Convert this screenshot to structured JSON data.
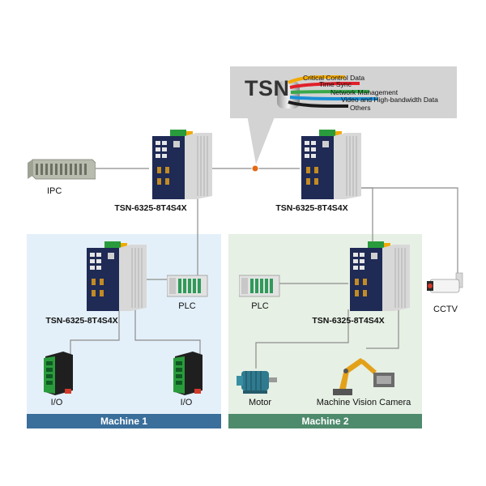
{
  "legend": {
    "badge": "TSN",
    "items": [
      {
        "label": "Critical Control Data",
        "color": "#f2a900"
      },
      {
        "label": "Time Sync",
        "color": "#e0202a"
      },
      {
        "label": "Network Management",
        "color": "#37a84a"
      },
      {
        "label": "Video and High-bandwidth Data",
        "color": "#1a8fd6"
      },
      {
        "label": "Others",
        "color": "#1b1b1b"
      }
    ]
  },
  "devices": {
    "ipc": "IPC",
    "switch_top_left": "TSN-6325-8T4S4X",
    "switch_top_right": "TSN-6325-8T4S4X",
    "switch_m1": "TSN-6325-8T4S4X",
    "switch_m2": "TSN-6325-8T4S4X",
    "plc_m1": "PLC",
    "plc_m2": "PLC",
    "cctv": "CCTV",
    "io_1": "I/O",
    "io_2": "I/O",
    "motor": "Motor",
    "camera": "Machine Vision Camera"
  },
  "zones": {
    "machine1": "Machine 1",
    "machine2": "Machine 2"
  },
  "colors": {
    "zone1_bg": "#e4f0f9",
    "zone1_bar": "#3a6e9b",
    "zone2_bg": "#e6f0e4",
    "zone2_bar": "#4e8a6c",
    "switch_front": "#1f2a55",
    "switch_body": "#d8d8d8",
    "accent_green": "#2a9b3c",
    "accent_orange": "#e36a16"
  }
}
